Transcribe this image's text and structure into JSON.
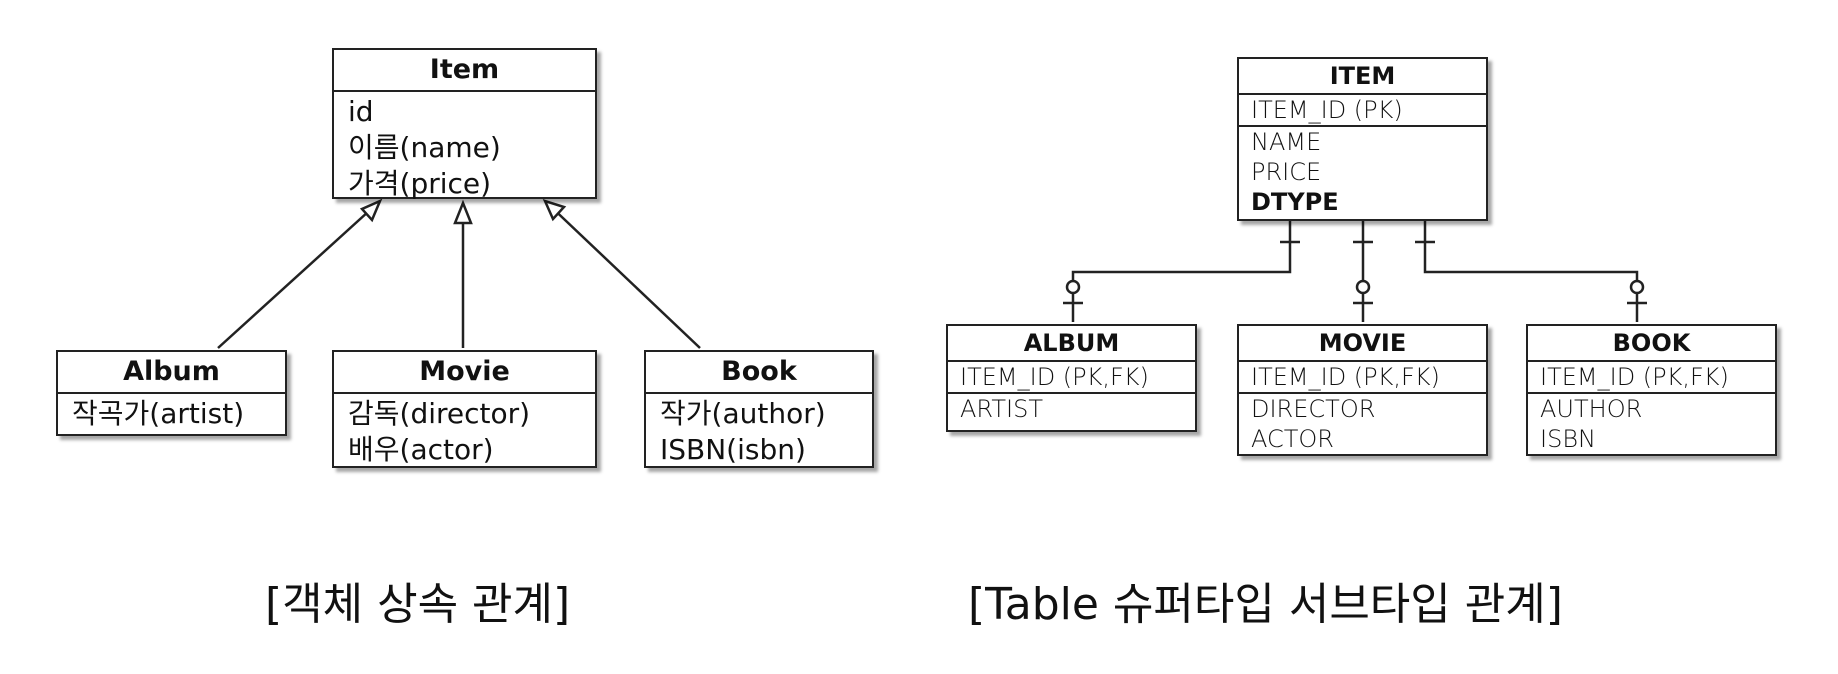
{
  "object_model": {
    "caption": "[객체 상속 관계]",
    "parent": {
      "name": "Item",
      "attributes": [
        "id",
        "이름(name)",
        "가격(price)"
      ]
    },
    "children": [
      {
        "name": "Album",
        "attributes": [
          "작곡가(artist)"
        ]
      },
      {
        "name": "Movie",
        "attributes": [
          "감독(director)",
          "배우(actor)"
        ]
      },
      {
        "name": "Book",
        "attributes": [
          "작가(author)",
          "ISBN(isbn)"
        ]
      }
    ]
  },
  "table_model": {
    "caption": "[Table 슈퍼타입 서브타입 관계]",
    "parent": {
      "name": "ITEM",
      "key": "ITEM_ID (PK)",
      "columns": [
        "NAME",
        "PRICE",
        "DTYPE"
      ]
    },
    "children": [
      {
        "name": "ALBUM",
        "key": "ITEM_ID (PK,FK)",
        "columns": [
          "ARTIST"
        ]
      },
      {
        "name": "MOVIE",
        "key": "ITEM_ID (PK,FK)",
        "columns": [
          "DIRECTOR",
          "ACTOR"
        ]
      },
      {
        "name": "BOOK",
        "key": "ITEM_ID (PK,FK)",
        "columns": [
          "AUTHOR",
          "ISBN"
        ]
      }
    ]
  }
}
